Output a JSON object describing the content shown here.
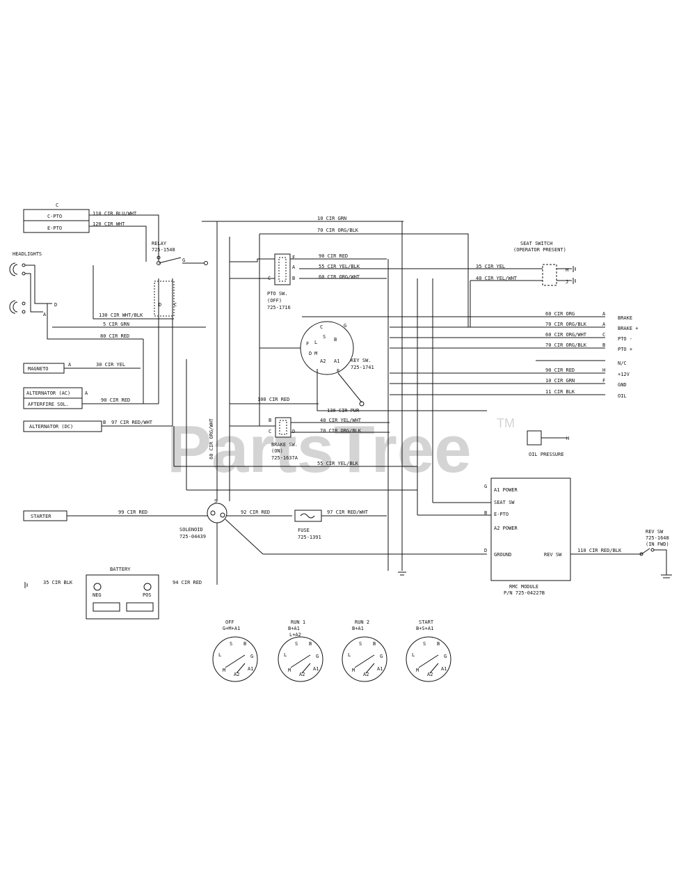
{
  "watermark": {
    "text": "PartsTree",
    "tm": "TM"
  },
  "modules": {
    "pto_header": "C",
    "c_pto": "C-PTO",
    "e_pto": "E-PTO",
    "headlights": "HEADLIGHTS",
    "magneto": "MAGNETO",
    "alternator_ac": "ALTERNATOR (AC)",
    "afterfire_sol": "AFTERFIRE SOL.",
    "alternator_dc": "ALTERNATOR (DC)",
    "starter": "STARTER",
    "battery": "BATTERY",
    "relay": "RELAY",
    "relay_pn": "725-1548",
    "pto_sw": "PTO SW.",
    "pto_sw_state": "(OFF)",
    "pto_sw_pn": "725-1716",
    "key_sw": "KEY SW.",
    "key_sw_pn": "725-1741",
    "brake_sw": "BRAKE SW.",
    "brake_sw_state": "(ON)",
    "brake_sw_pn": "725-1637A",
    "seat_switch": "SEAT SWITCH",
    "seat_switch_state": "(OPERATOR PRESENT)",
    "oil_pressure": "OIL PRESSURE",
    "solenoid": "SOLENOID",
    "solenoid_pn": "725-04439",
    "fuse": "FUSE",
    "fuse_pn": "725-1391",
    "rmc_module": "RMC MODULE",
    "rmc_pn": "P/N 725-04227B",
    "rmc_a1": "A1 POWER",
    "rmc_seat": "SEAT SW",
    "rmc_epto": "E-PTO",
    "rmc_a2": "A2 POWER",
    "rmc_ground": "GROUND",
    "rmc_rev": "REV SW",
    "rev_sw": "REV SW",
    "rev_sw_pn": "725-1648",
    "rev_sw_state": "(IN FWD)"
  },
  "wires": {
    "w110": "110 CIR BLU/WHT",
    "w120": "120 CIR WHT",
    "w10": "10 CIR GRN",
    "w70a": "70 CIR ORG/BLK",
    "w90a": "90 CIR RED",
    "w55a": "55 CIR YEL/BLK",
    "w60a": "60 CIR ORG/WHT",
    "w35a": "35 CIR YEL",
    "w40a": "40 CIR YEL/WHT",
    "w130": "130 CIR WHT/BLK",
    "w5": "5 CIR GRN",
    "w80": "80 CIR RED",
    "w30": "30 CIR YEL",
    "w90b": "90 CIR RED",
    "w97a": "97 CIR RED/WHT",
    "w100": "100 CIR RED",
    "w130b": "130 CIR PUR",
    "w40b": "40 CIR YEL/WHT",
    "w70b": "70 CIR ORG/BLK",
    "w55b": "55 CIR YEL/BLK",
    "w60v": "60 CIR ORG/WHT",
    "w99": "99 CIR RED",
    "w92": "92 CIR RED",
    "w97b": "97 CIR RED/WHT",
    "w35b": "35 CIR BLK",
    "w94": "94 CIR RED",
    "w110b": "110 CIR RED/BLK"
  },
  "connector_right": {
    "rows": [
      {
        "wire": "60 CIR ORG",
        "pin": "A",
        "name": "BRAKE"
      },
      {
        "wire": "70 CIR ORG/BLK",
        "pin": "A",
        "name": "BRAKE +"
      },
      {
        "wire": "60 CIR ORG/WHT",
        "pin": "C",
        "name": "PTO -"
      },
      {
        "wire": "70 CIR ORG/BLK",
        "pin": "B",
        "name": "PTO +"
      },
      {
        "wire": "",
        "pin": "",
        "name": "N/C"
      },
      {
        "wire": "90 CIR RED",
        "pin": "H",
        "name": "+12V"
      },
      {
        "wire": "10 CIR GRN",
        "pin": "F",
        "name": "GND"
      },
      {
        "wire": "11 CIR BLK",
        "pin": "",
        "name": "OIL"
      }
    ]
  },
  "key_positions": [
    {
      "name": "OFF",
      "combo1": "G+M+A1",
      "combo2": ""
    },
    {
      "name": "RUN 1",
      "combo1": "B+A1",
      "combo2": "L+A2"
    },
    {
      "name": "RUN 2",
      "combo1": "B+A1",
      "combo2": ""
    },
    {
      "name": "START",
      "combo1": "B+S+A1",
      "combo2": ""
    }
  ]
}
